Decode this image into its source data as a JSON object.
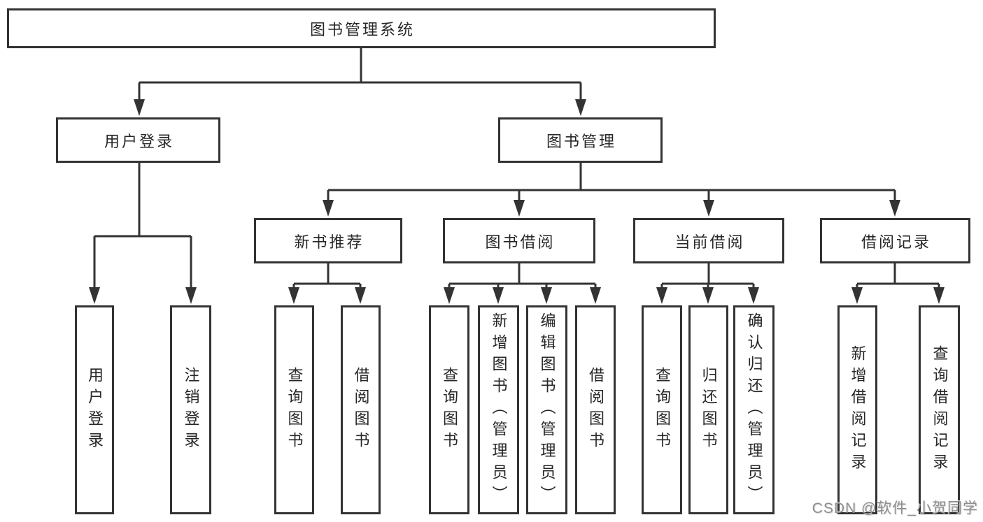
{
  "tree": {
    "label": "图书管理系统",
    "children": [
      {
        "label": "用户登录",
        "children": [
          {
            "label": "用户登录"
          },
          {
            "label": "注销登录"
          }
        ]
      },
      {
        "label": "图书管理",
        "children": [
          {
            "label": "新书推荐",
            "children": [
              {
                "label": "查询图书"
              },
              {
                "label": "借阅图书"
              }
            ]
          },
          {
            "label": "图书借阅",
            "children": [
              {
                "label": "查询图书"
              },
              {
                "label": "新增图书（管理员）"
              },
              {
                "label": "编辑图书（管理员）"
              },
              {
                "label": "借阅图书"
              }
            ]
          },
          {
            "label": "当前借阅",
            "children": [
              {
                "label": "查询图书"
              },
              {
                "label": "归还图书"
              },
              {
                "label": "确认归还（管理员）"
              }
            ]
          },
          {
            "label": "借阅记录",
            "children": [
              {
                "label": "新增借阅记录"
              },
              {
                "label": "查询借阅记录"
              }
            ]
          }
        ]
      }
    ]
  },
  "watermark": "CSDN @软件_小贺同学",
  "colors": {
    "line": "#333333",
    "box_border": "#333333",
    "text": "#262626",
    "watermark_text": "#8f8f8f",
    "background": "#ffffff"
  }
}
